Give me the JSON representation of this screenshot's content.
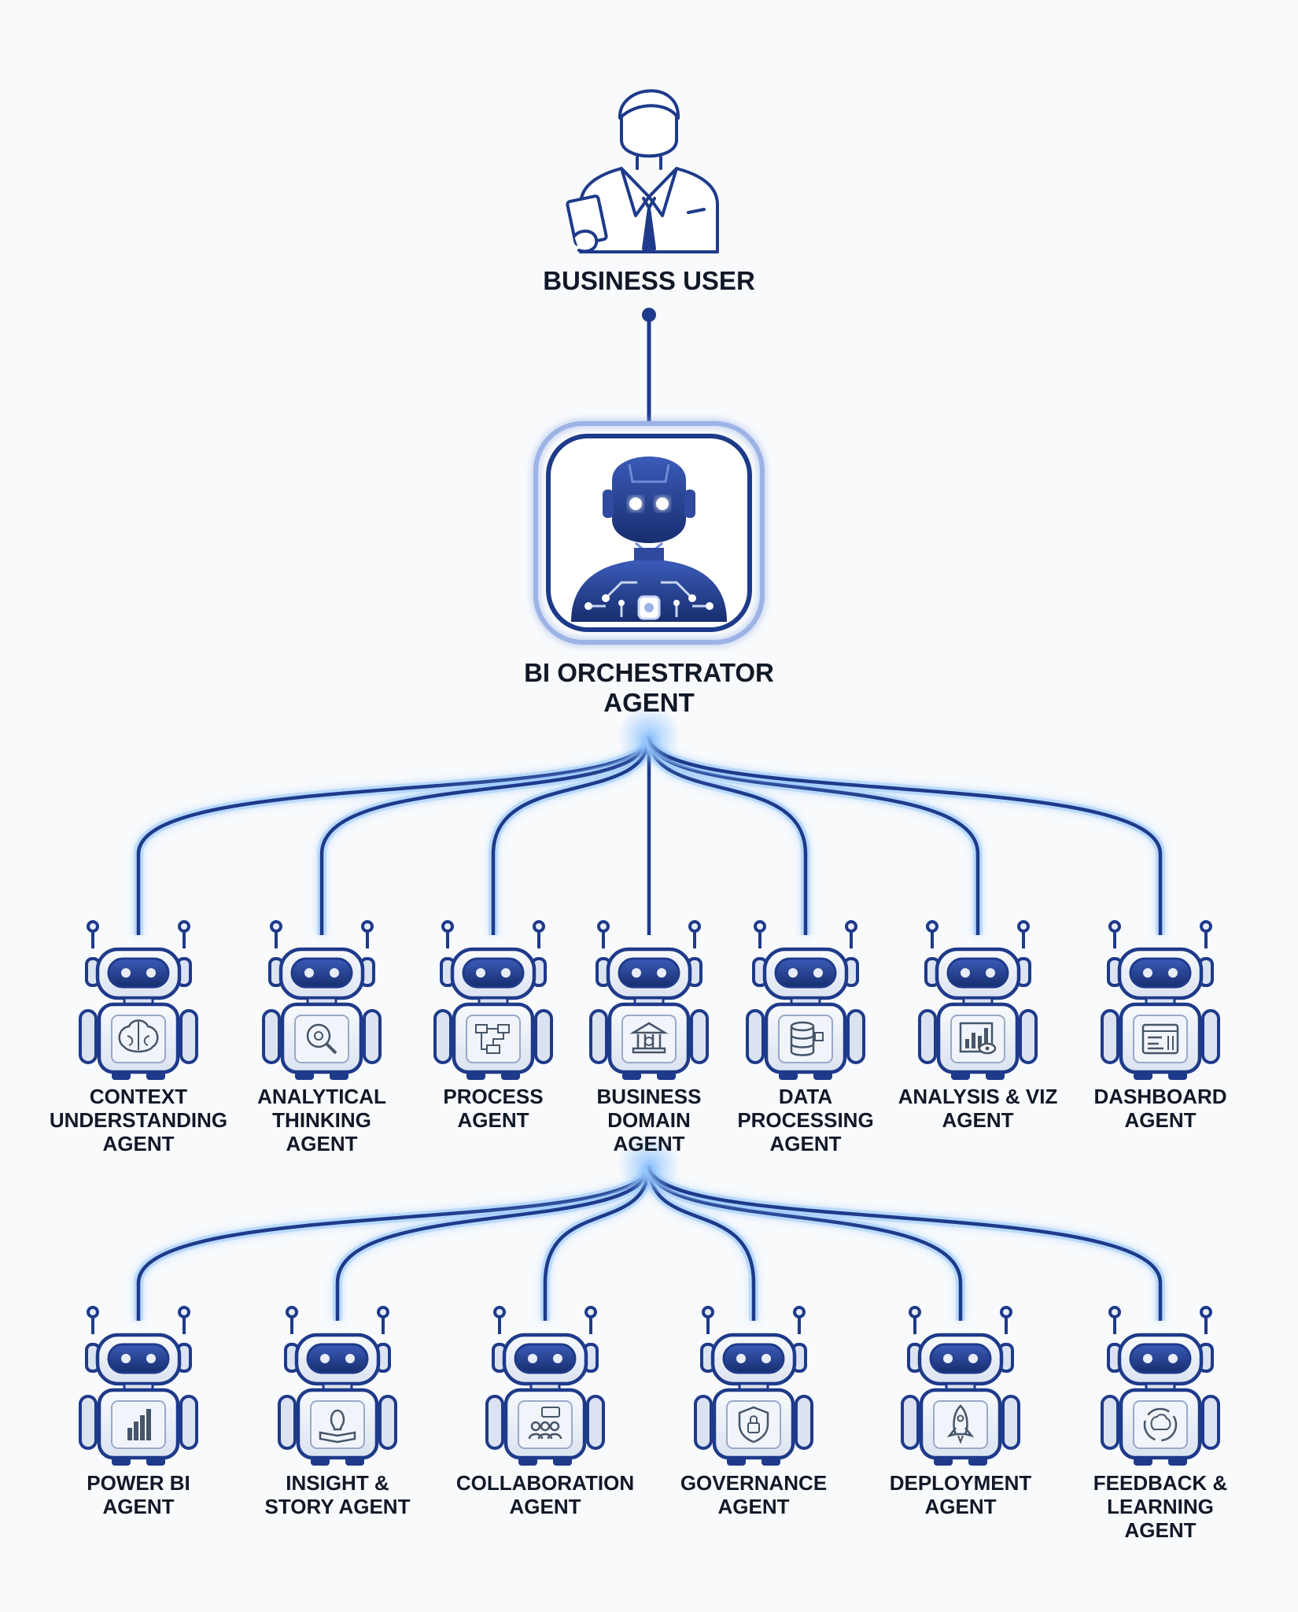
{
  "business_user": {
    "label": "BUSINESS USER",
    "icon": "business-user-icon"
  },
  "orchestrator": {
    "label_lines": [
      "BI ORCHESTRATOR",
      "AGENT"
    ],
    "icon": "orchestrator-robot-icon"
  },
  "row1": [
    {
      "label_lines": [
        "CONTEXT",
        "UNDERSTANDING",
        "AGENT"
      ],
      "icon": "brain-icon"
    },
    {
      "label_lines": [
        "ANALYTICAL",
        "THINKING",
        "AGENT"
      ],
      "icon": "gear-magnifier-icon"
    },
    {
      "label_lines": [
        "PROCESS",
        "AGENT"
      ],
      "icon": "flowchart-icon"
    },
    {
      "label_lines": [
        "BUSINESS",
        "DOMAIN",
        "AGENT"
      ],
      "icon": "bank-icon"
    },
    {
      "label_lines": [
        "DATA",
        "PROCESSING",
        "AGENT"
      ],
      "icon": "database-icon"
    },
    {
      "label_lines": [
        "ANALYSIS & VIZ",
        "AGENT"
      ],
      "icon": "chart-eye-icon"
    },
    {
      "label_lines": [
        "DASHBOARD",
        "AGENT"
      ],
      "icon": "dashboard-icon"
    }
  ],
  "row2": [
    {
      "label_lines": [
        "POWER BI",
        "AGENT"
      ],
      "icon": "power-bi-icon"
    },
    {
      "label_lines": [
        "INSIGHT &",
        "STORY AGENT"
      ],
      "icon": "lightbulb-book-icon"
    },
    {
      "label_lines": [
        "COLLABORATION",
        "AGENT"
      ],
      "icon": "team-chat-icon"
    },
    {
      "label_lines": [
        "GOVERNANCE",
        "AGENT"
      ],
      "icon": "shield-lock-icon"
    },
    {
      "label_lines": [
        "DEPLOYMENT",
        "AGENT"
      ],
      "icon": "rocket-icon"
    },
    {
      "label_lines": [
        "FEEDBACK &",
        "LEARNING",
        "AGENT"
      ],
      "icon": "brain-cycle-icon"
    }
  ],
  "colors": {
    "line": "#1e3a8a",
    "glow": "#93c5fd",
    "robot_dark": "#1e3a8a",
    "robot_mid": "#2f4a9e",
    "robot_light": "#e8edf7",
    "text": "#111827",
    "background": "#f8fafc"
  }
}
